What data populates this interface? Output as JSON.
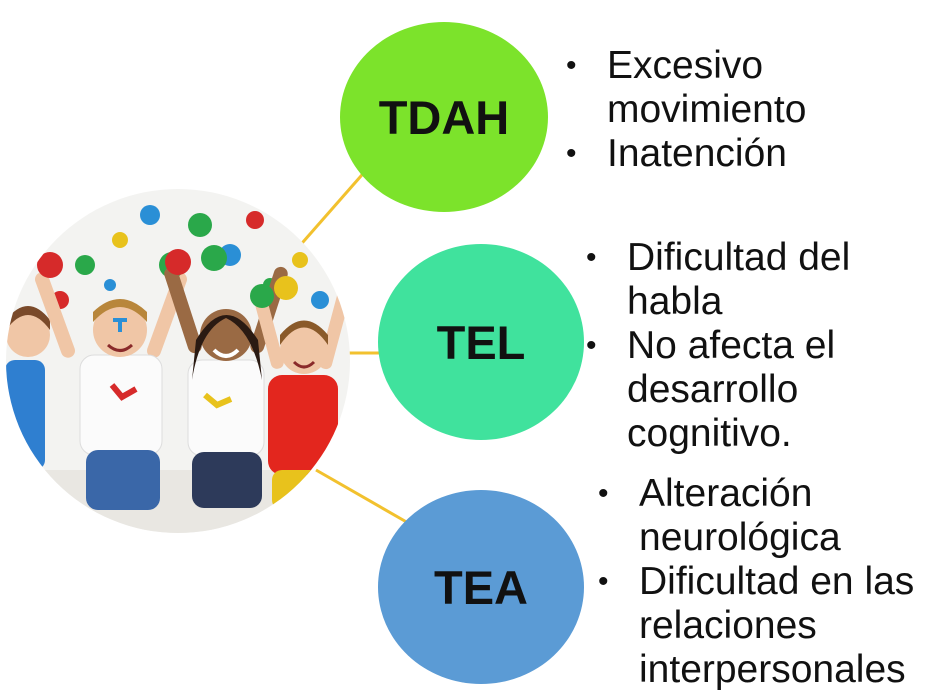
{
  "nodes": [
    {
      "id": "tdah",
      "label": "TDAH",
      "color": "#7CE32B"
    },
    {
      "id": "tel",
      "label": "TEL",
      "color": "#40E29D"
    },
    {
      "id": "tea",
      "label": "TEA",
      "color": "#5B9BD5"
    }
  ],
  "bullets": {
    "tdah": [
      "Excesivo movimiento",
      "Inatención"
    ],
    "tel": [
      "Dificultad del habla",
      "No afecta el desarrollo cognitivo."
    ],
    "tea": [
      "Alteración neurológica",
      "Dificultad en las relaciones interpersonales"
    ]
  },
  "connector_color": "#F2C12E",
  "photo": {
    "description_icon": "children-painted-hands-photo"
  }
}
